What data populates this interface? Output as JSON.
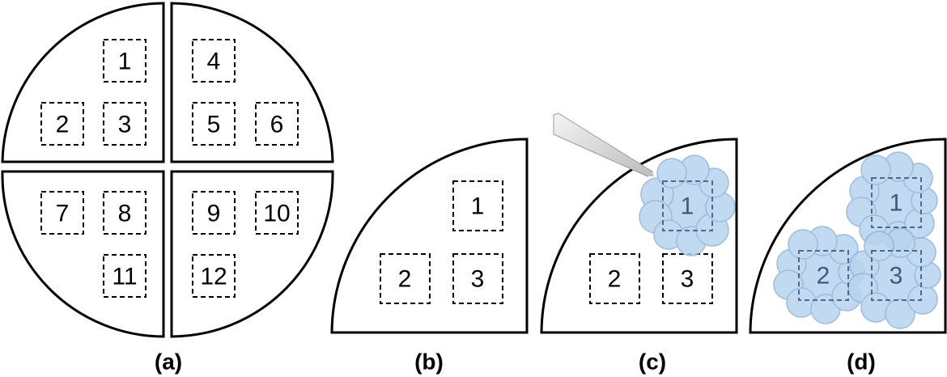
{
  "figure": {
    "panels": [
      {
        "id": "a",
        "caption": "(a)",
        "labels": [
          "1",
          "2",
          "3",
          "4",
          "5",
          "6",
          "7",
          "8",
          "9",
          "10",
          "11",
          "12"
        ]
      },
      {
        "id": "b",
        "caption": "(b)",
        "labels": [
          "1",
          "2",
          "3"
        ]
      },
      {
        "id": "c",
        "caption": "(c)",
        "labels": [
          "1",
          "2",
          "3"
        ]
      },
      {
        "id": "d",
        "caption": "(d)",
        "labels": [
          "1",
          "2",
          "3"
        ]
      }
    ]
  },
  "colors": {
    "cloud_fill": "#b8d4ef",
    "cloud_stroke": "#8cb0d6",
    "outline": "#000000"
  }
}
